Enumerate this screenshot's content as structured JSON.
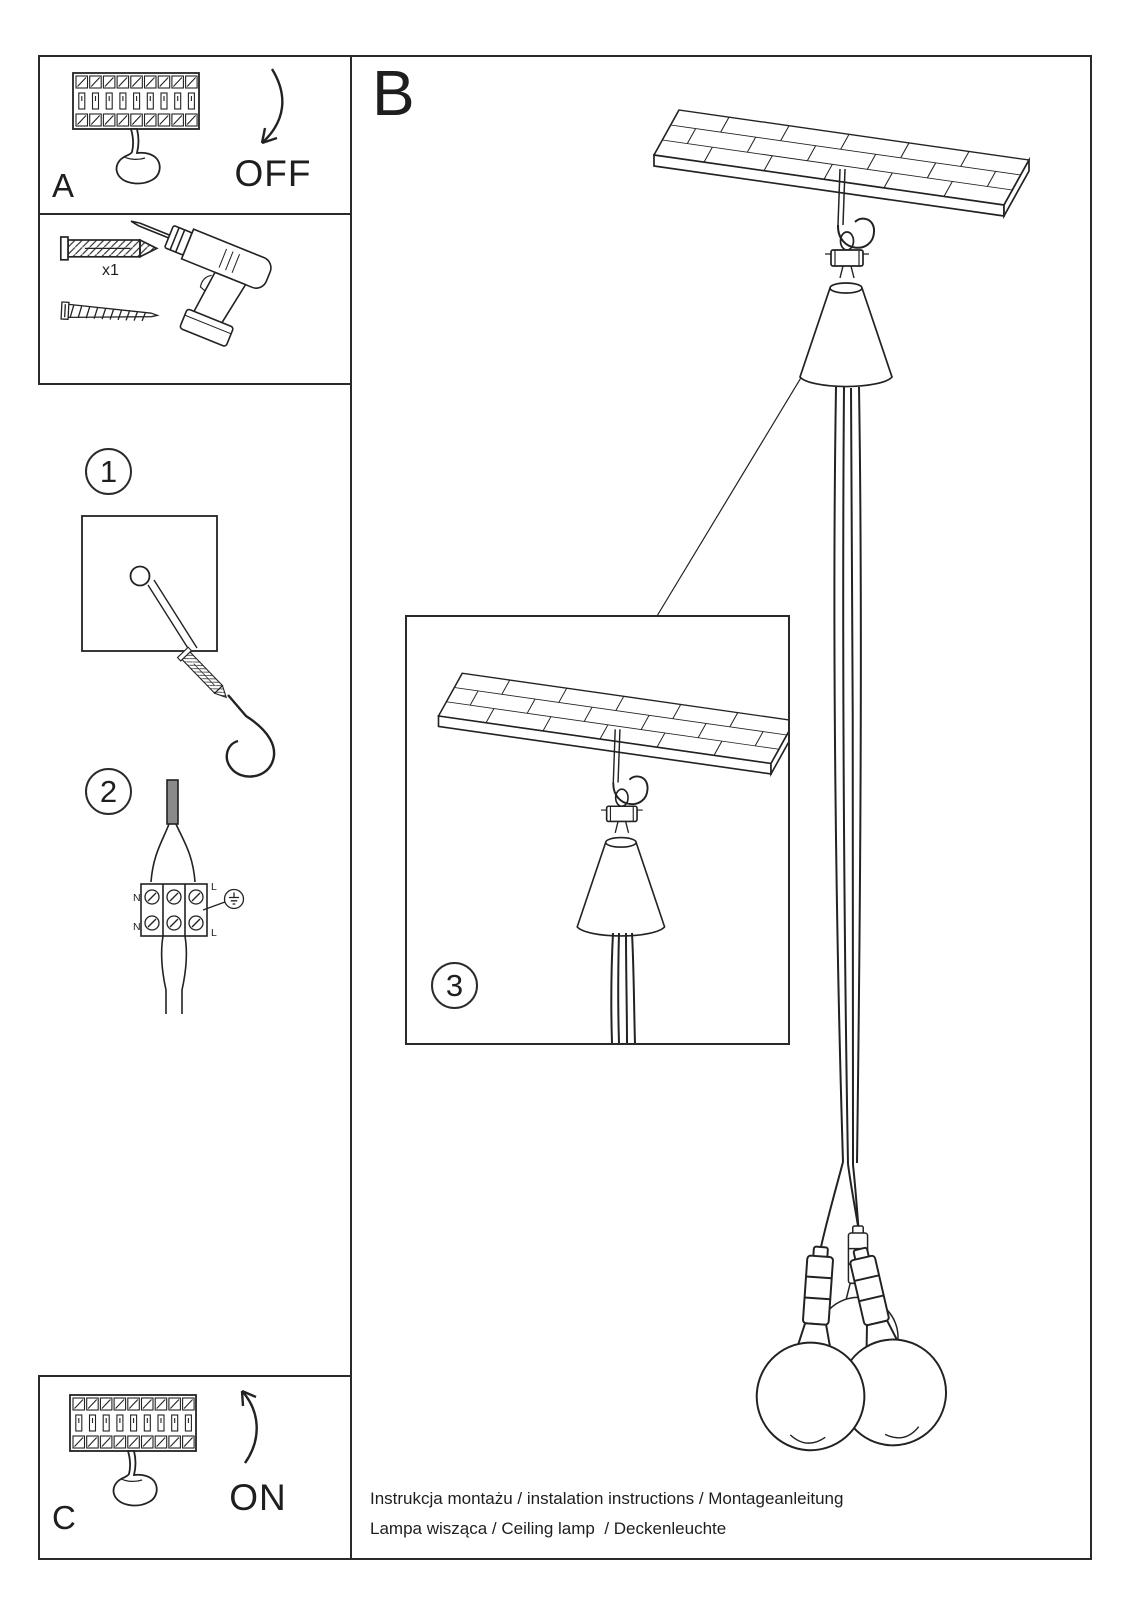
{
  "sections": {
    "a": {
      "label": "A",
      "state_label": "OFF"
    },
    "b": {
      "label": "B"
    },
    "c": {
      "label": "C",
      "state_label": "ON"
    },
    "tools": {
      "quantity_label": "x1"
    }
  },
  "steps": {
    "step1": "1",
    "step2": "2",
    "step3": "3"
  },
  "wiring_labels": {
    "n_top": "N",
    "l_top": "L",
    "n_bottom": "N",
    "l_bottom": "L"
  },
  "footer": {
    "line1": "Instrukcja montażu / instalation instructions / Montageanleitung",
    "line2": "Lampa wisząca / Ceiling lamp  / Deckenleuchte"
  },
  "colors": {
    "ink": "#222222",
    "background": "#ffffff"
  },
  "icons": {
    "circuit_breaker": "circuit-breaker-icon",
    "pointing_hand": "pointing-hand-icon",
    "curved_arrow_down": "curved-arrow-down-icon",
    "curved_arrow_up": "curved-arrow-up-icon",
    "wall_anchor": "wall-anchor-icon",
    "screw": "screw-icon",
    "drill": "drill-icon",
    "drilled_hole": "drilled-hole-icon",
    "ceiling_hook": "ceiling-hook-icon",
    "terminal_block": "terminal-block-icon",
    "ground": "ground-symbol-icon",
    "ceiling_panel": "ceiling-panel-icon",
    "pendant_lamp": "pendant-lamp-icon",
    "light_bulb": "bulb-icon"
  }
}
